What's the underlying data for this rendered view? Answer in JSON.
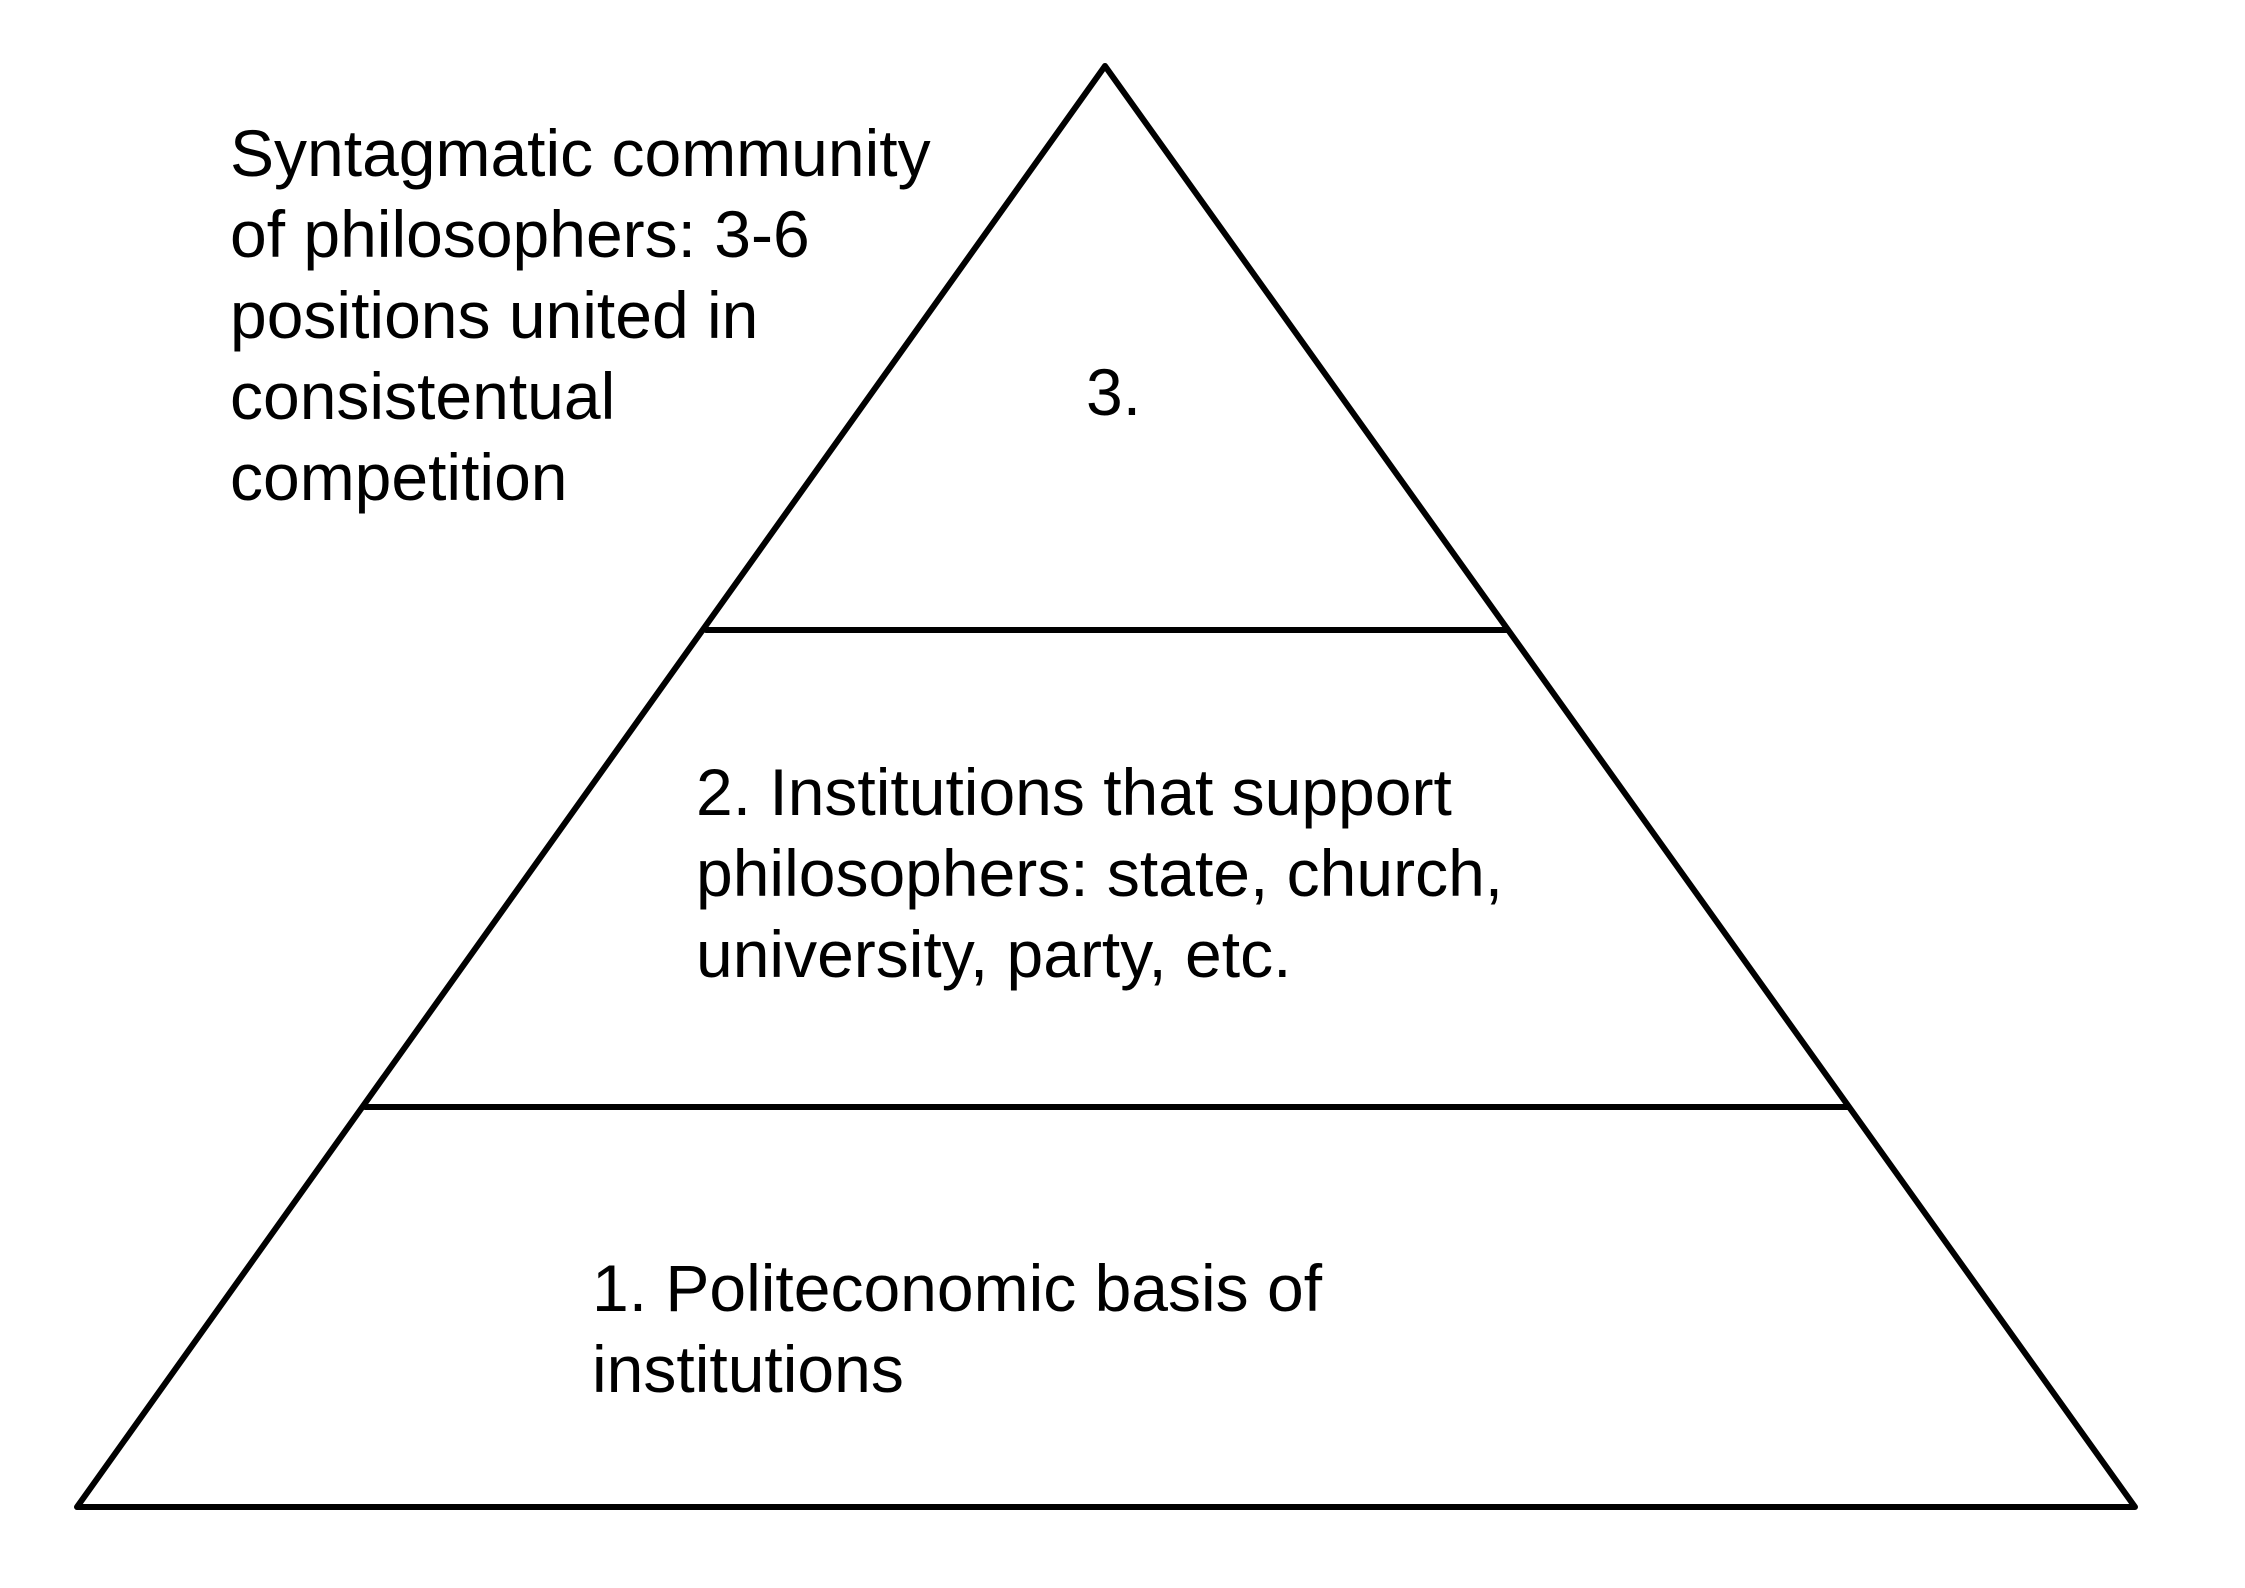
{
  "diagram": {
    "type": "pyramid",
    "line_color": "#000000",
    "side_note": {
      "lines": [
        "Syntagmatic community",
        "of philosophers: 3-6",
        "positions united in",
        "consistentual",
        "competition"
      ]
    },
    "levels": [
      {
        "lines": [
          "1. Politeconomic basis of",
          "institutions"
        ]
      },
      {
        "lines": [
          "2. Institutions that support",
          "philosophers: state, church,",
          "university, party, etc."
        ]
      },
      {
        "lines": [
          "3."
        ]
      }
    ]
  }
}
